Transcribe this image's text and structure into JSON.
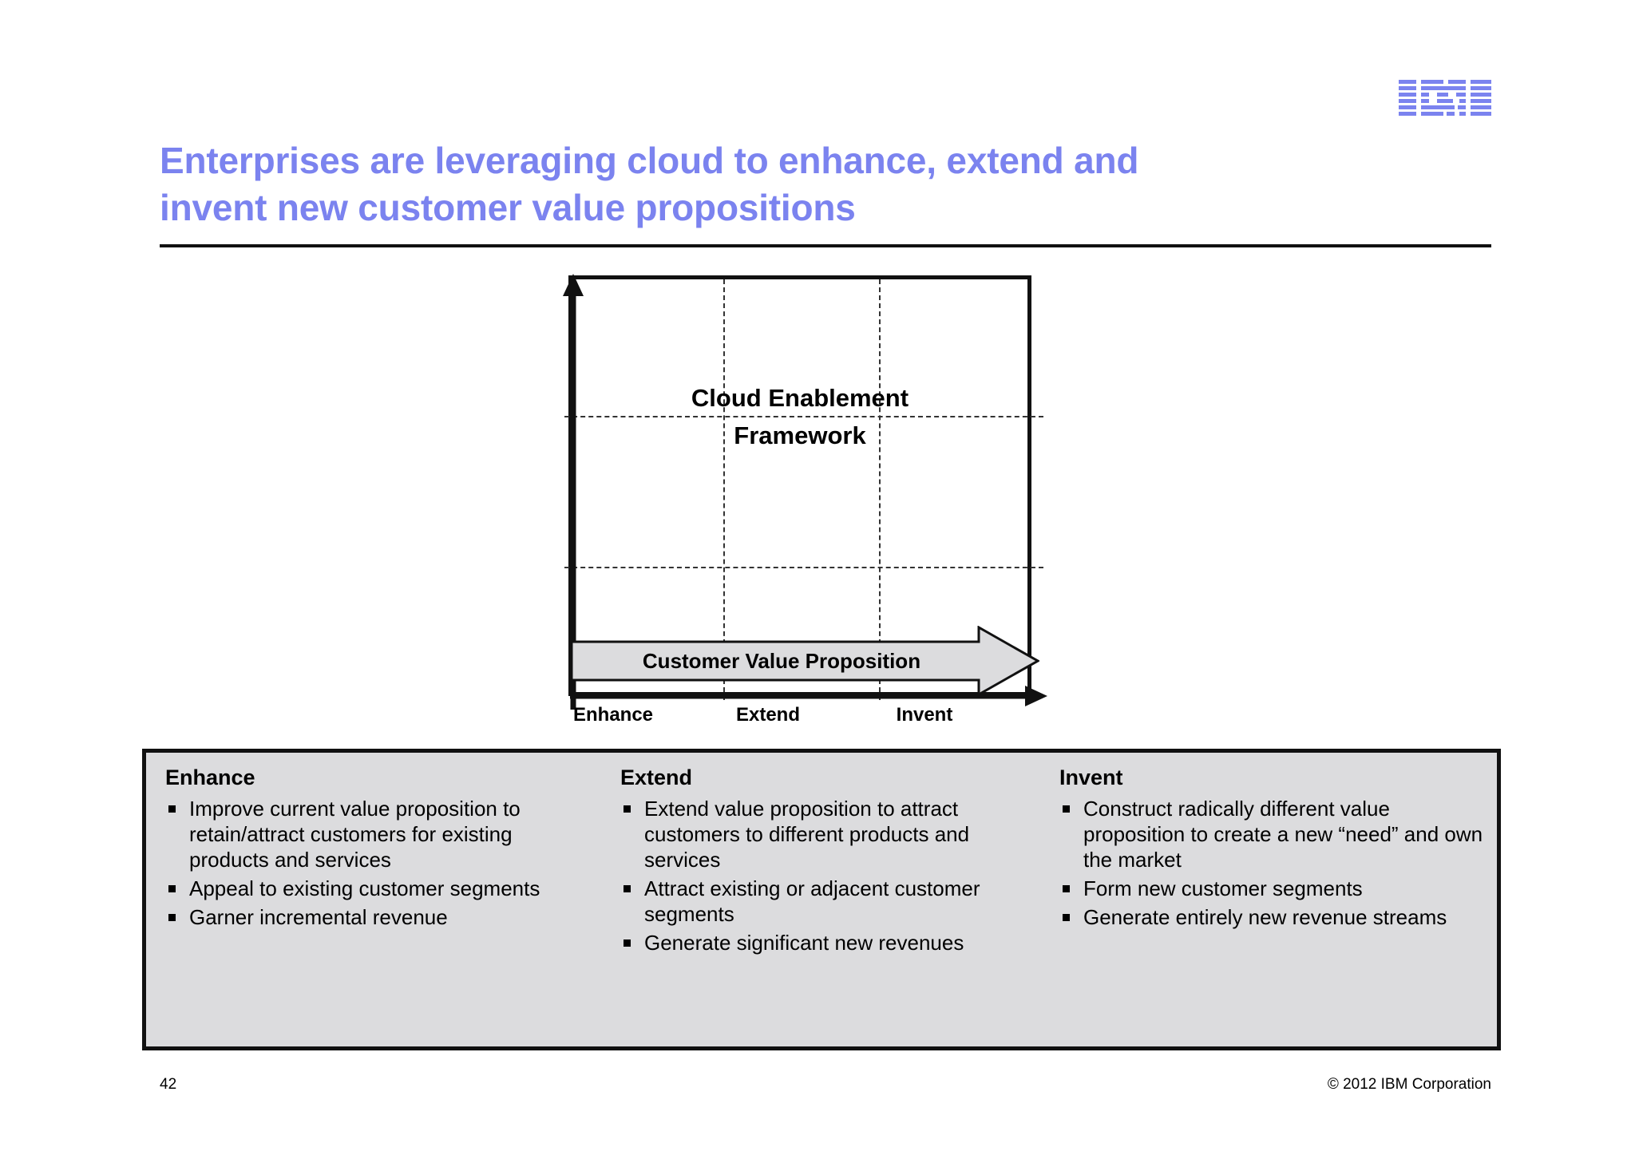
{
  "brand": {
    "logo_name": "ibm-logo",
    "accent_color": "#7b83ef"
  },
  "slide": {
    "title": "Enterprises are leveraging cloud to enhance, extend and\ninvent new customer value propositions"
  },
  "diagram": {
    "center_label": "Cloud Enablement\nFramework",
    "arrow_banner_label": "Customer Value Proposition",
    "x_axis_ticks": [
      "Enhance",
      "Extend",
      "Invent"
    ],
    "box_fill": "#ffffff",
    "border_color": "#111111",
    "arrow_fill": "#dcdcde",
    "gridline_style": "dash-dot"
  },
  "panel": {
    "background": "#dcdcde",
    "columns": [
      {
        "heading": "Enhance",
        "bullets": [
          "Improve current value proposition to retain/attract customers for existing products and services",
          "Appeal to existing customer segments",
          "Garner incremental revenue"
        ]
      },
      {
        "heading": "Extend",
        "bullets": [
          "Extend value proposition to attract customers to different products and services",
          "Attract existing or adjacent customer segments",
          "Generate significant new revenues"
        ]
      },
      {
        "heading": "Invent",
        "bullets": [
          "Construct radically different value proposition to create a new “need” and own the market",
          "Form new customer segments",
          "Generate entirely new revenue streams"
        ]
      }
    ]
  },
  "footer": {
    "page_number": "42",
    "copyright": "© 2012 IBM Corporation"
  }
}
